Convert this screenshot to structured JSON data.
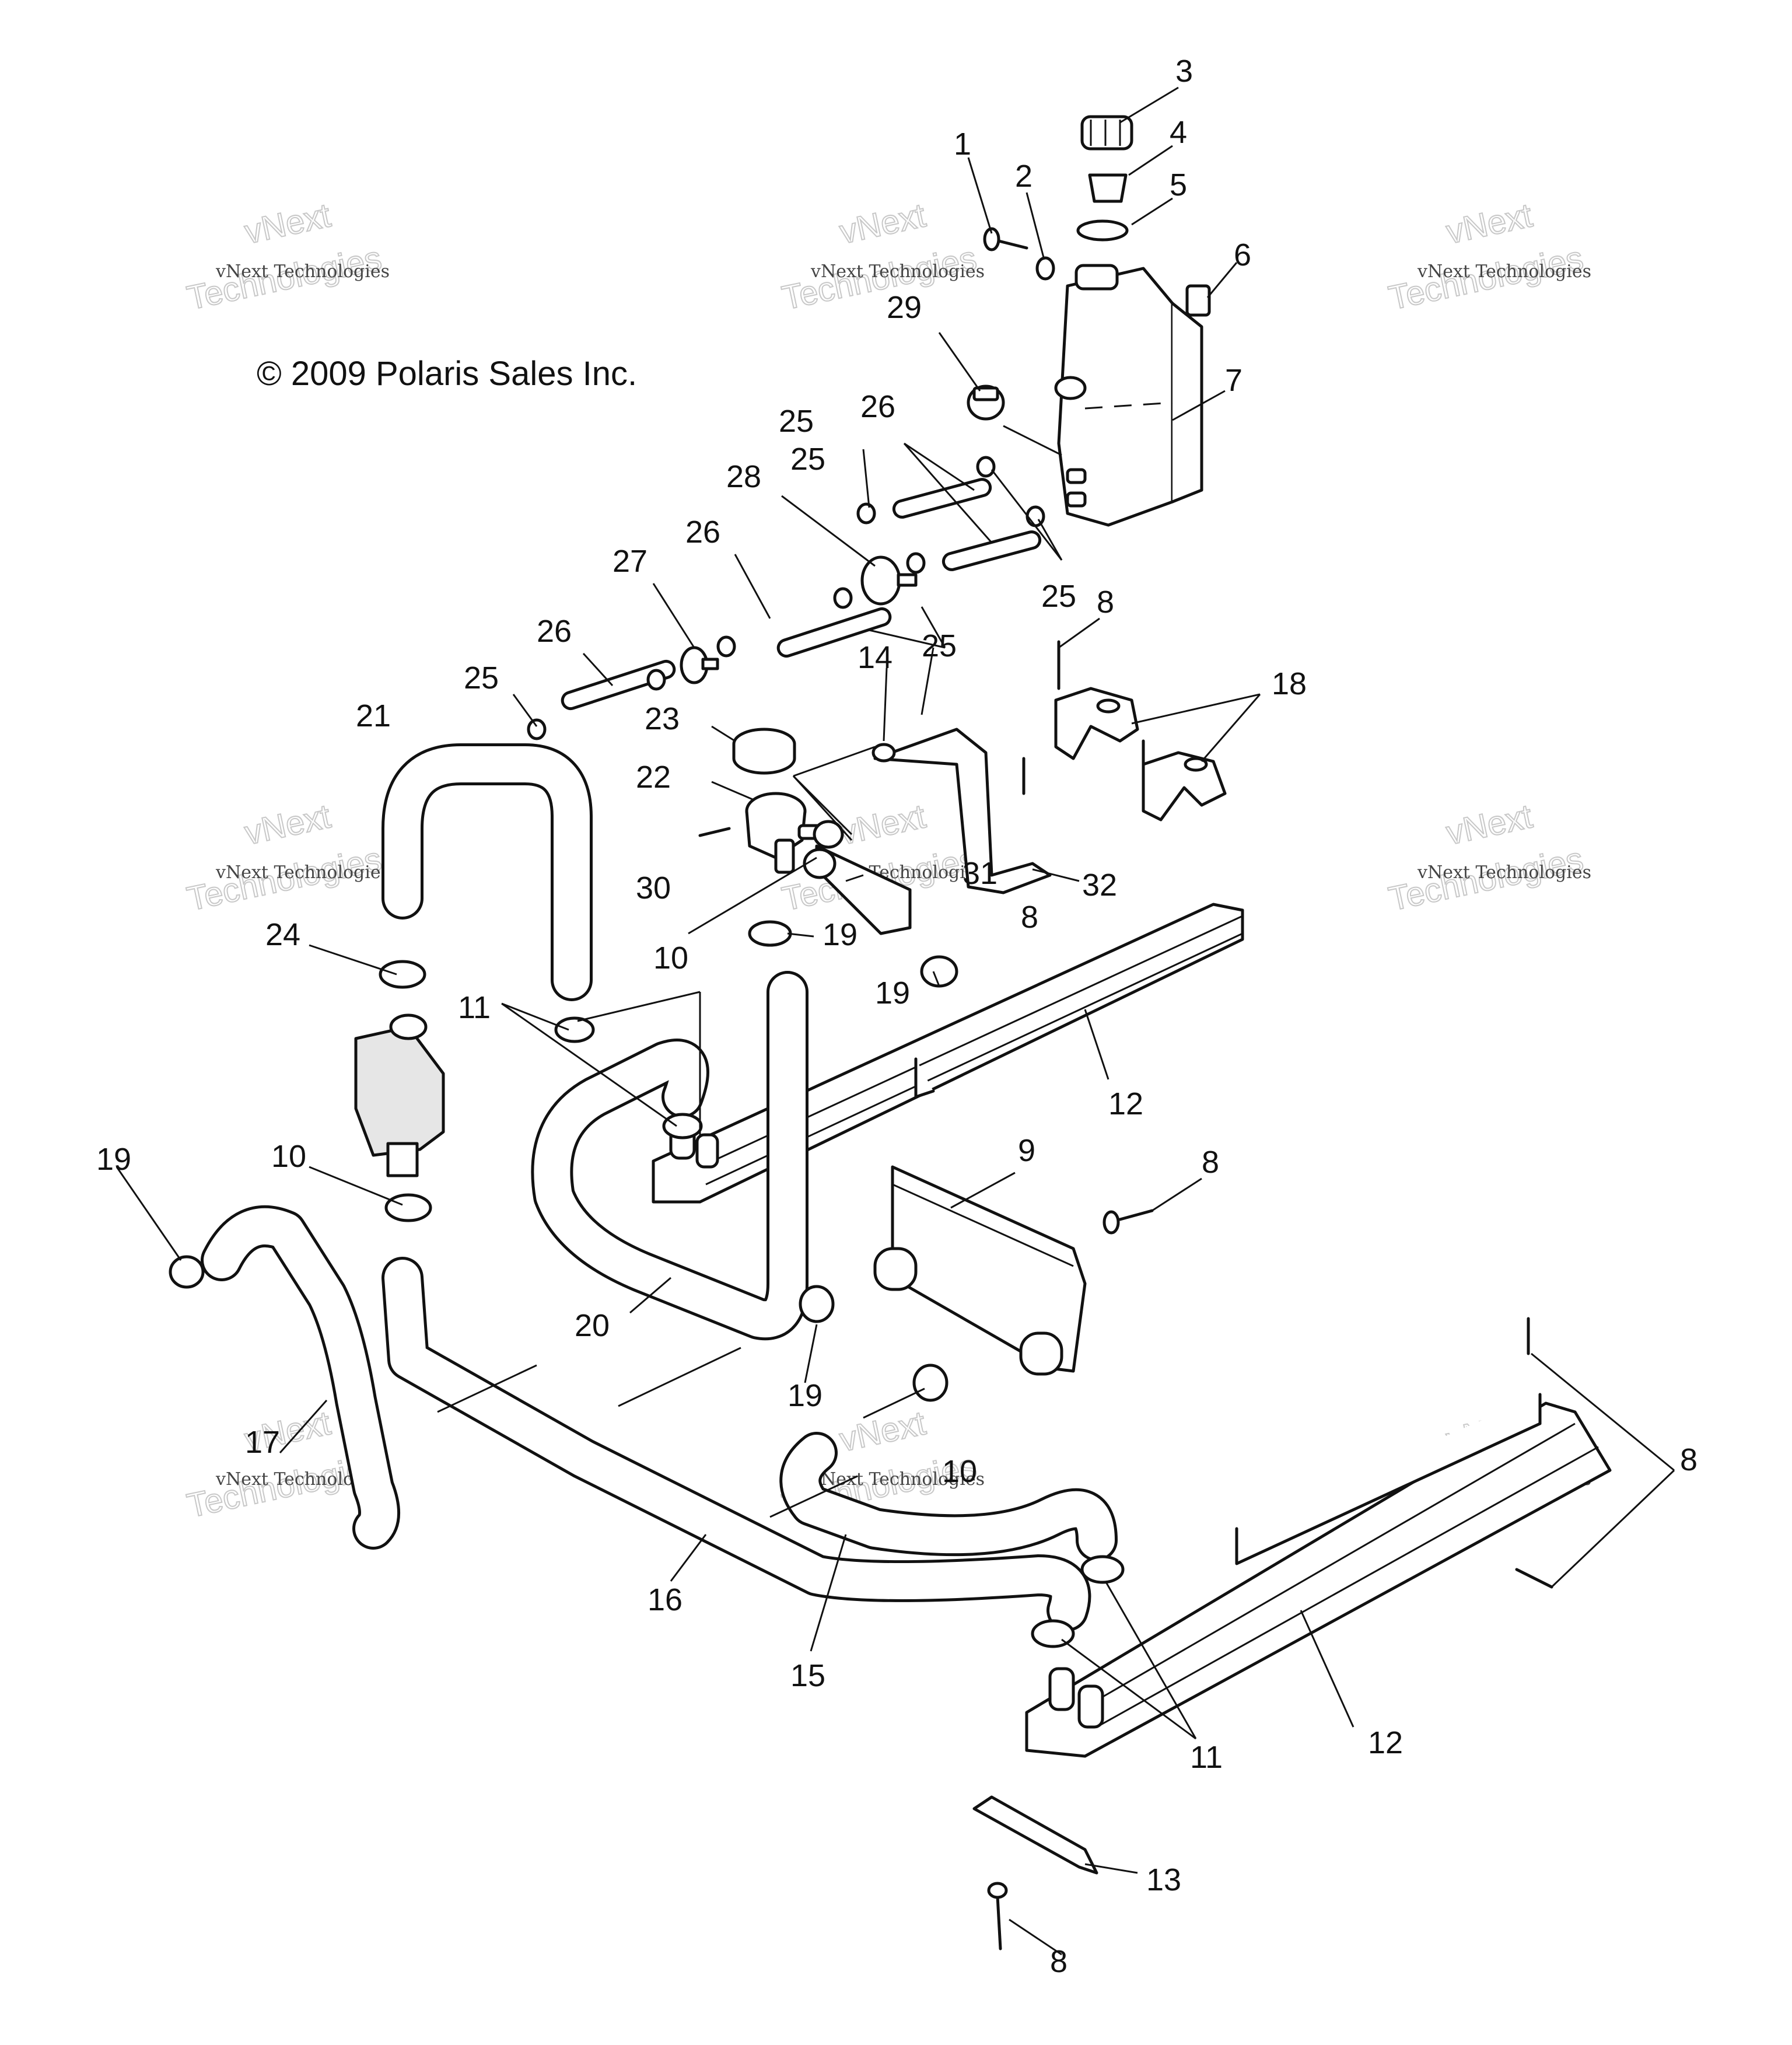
{
  "copyright": "© 2009 Polaris Sales Inc.",
  "watermark": {
    "small": "vNext Technologies",
    "big_line1": "vNext",
    "big_line2": "Technologies"
  },
  "callouts": [
    "1",
    "2",
    "3",
    "4",
    "5",
    "6",
    "7",
    "8",
    "8",
    "8",
    "8",
    "8",
    "9",
    "10",
    "10",
    "10",
    "11",
    "11",
    "12",
    "12",
    "13",
    "14",
    "15",
    "16",
    "17",
    "18",
    "19",
    "19",
    "19",
    "19",
    "20",
    "21",
    "22",
    "23",
    "24",
    "25",
    "25",
    "25",
    "25",
    "25",
    "26",
    "26",
    "26",
    "27",
    "28",
    "29",
    "30",
    "31",
    "32"
  ]
}
